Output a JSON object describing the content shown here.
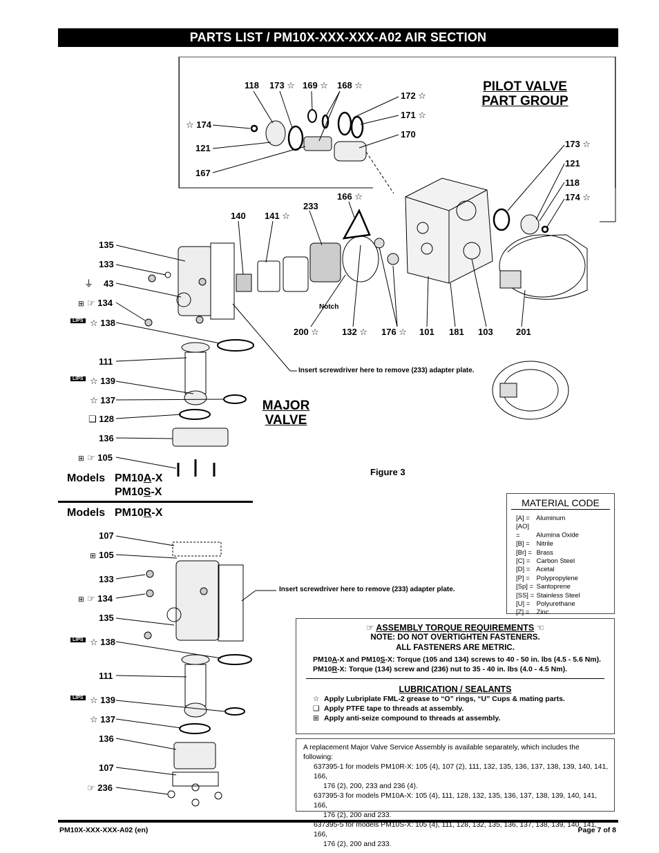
{
  "header": {
    "title": "PARTS LIST / PM10X-XXX-XXX-A02 AIR SECTION"
  },
  "groups": {
    "pilot": [
      "PILOT VALVE",
      "PART GROUP"
    ],
    "major": [
      "MAJOR",
      "VALVE"
    ]
  },
  "labels": {
    "p118": "118",
    "p173a": "173 ☆",
    "p169": "169 ☆",
    "p168": "168 ☆",
    "p172": "172 ☆",
    "p171": "171 ☆",
    "p170": "170",
    "p174a": "☆ 174",
    "p121a": "121",
    "p167": "167",
    "p173b": "173 ☆",
    "p121b": "121",
    "p118b": "118",
    "p174b": "174 ☆",
    "p140": "140",
    "p141": "141 ☆",
    "p233": "233",
    "p166": "166 ☆",
    "p135": "135",
    "p133": "133",
    "p43": "43",
    "p134": "☞ 134",
    "p138": "☆ 138",
    "p111": "111",
    "p139": "☆ 139",
    "p137": "☆ 137",
    "p128": "❑ 128",
    "p136": "136",
    "p105": "☞ 105",
    "p200": "200 ☆",
    "p132": "132 ☆",
    "p176": "176 ☆",
    "p101": "101",
    "p181": "181",
    "p103": "103",
    "p201": "201",
    "notch": "Notch",
    "b107a": "107",
    "b105": "105",
    "b133": "133",
    "b134": "☞ 134",
    "b135": "135",
    "b138": "☆ 138",
    "b111": "111",
    "b139": "☆ 139",
    "b137": "☆ 137",
    "b136": "136",
    "b107b": "107",
    "b236": "☞ 236"
  },
  "notes": {
    "screwdriver1": "Insert screwdriver here to remove (233) adapter plate.",
    "screwdriver2": "Insert screwdriver here to remove (233) adapter plate."
  },
  "models": {
    "label": "Models",
    "a": [
      "PM10",
      "A",
      "-X"
    ],
    "s": [
      "PM10",
      "S",
      "-X"
    ],
    "r": [
      "PM10",
      "R",
      "-X"
    ]
  },
  "figure": "Figure 3",
  "material_code": {
    "title": "MATERIAL CODE",
    "items": [
      [
        "[A] =",
        "Aluminum"
      ],
      [
        "[AO] =",
        "Alumina Oxide"
      ],
      [
        "[B] =",
        "Nitrile"
      ],
      [
        "[Br] =",
        "Brass"
      ],
      [
        "[C] =",
        "Carbon Steel"
      ],
      [
        "[D] =",
        "Acetal"
      ],
      [
        "[P] =",
        "Polypropylene"
      ],
      [
        "[Sp] =",
        "Santoprene"
      ],
      [
        "[SS] =",
        "Stainless Steel"
      ],
      [
        "[U] =",
        "Polyurethane"
      ],
      [
        "[Z] =",
        "Zinc"
      ]
    ]
  },
  "torque": {
    "heading": "ASSEMBLY TORQUE REQUIREMENTS",
    "caution1": "NOTE: DO NOT OVERTIGHTEN FASTENERS.",
    "caution2": "ALL FASTENERS ARE METRIC.",
    "line1": [
      "PM10",
      "A",
      "-X and PM10",
      "S",
      "-X: Torque (105 and 134) screws to 40 - 50 in. lbs (4.5 - 5.6 Nm)."
    ],
    "line2": [
      "PM10",
      "R",
      "-X: Torque (134) screw and (236) nut to 35 - 40 in. lbs (4.0 - 4.5 Nm)."
    ]
  },
  "lubrication": {
    "heading": "LUBRICATION / SEALANTS",
    "items": [
      [
        "☆",
        "Apply Lubriplate FML-2 grease to “O” rings, “U” Cups & mating parts."
      ],
      [
        "❑",
        "Apply PTFE tape to threads at assembly."
      ],
      [
        "⊞",
        "Apply anti-seize compound to threads at assembly."
      ]
    ]
  },
  "replacement": {
    "intro": "A replacement Major Valve Service Assembly is available separately, which includes the following:",
    "r1a": "637395-1 for models PM10R-X: 105 (4), 107 (2), 111, 132, 135, 136, 137, 138, 139, 140, 141, 166,",
    "r1b": "176 (2), 200, 233 and 236 (4).",
    "r3a": "637395-3 for models PM10A-X: 105 (4), 111, 128, 132, 135, 136, 137, 138, 139, 140, 141, 166,",
    "r3b": "176 (2), 200 and 233.",
    "r5a": "637395-5 for models PM10S-X: 105 (4), 111, 128, 132, 135, 136, 137, 138, 139, 140, 141, 166,",
    "r5b": "176 (2), 200 and 233."
  },
  "footer": {
    "doc": "PM10X-XXX-XXX-A02 (en)",
    "page": "Page  7 of 8"
  }
}
